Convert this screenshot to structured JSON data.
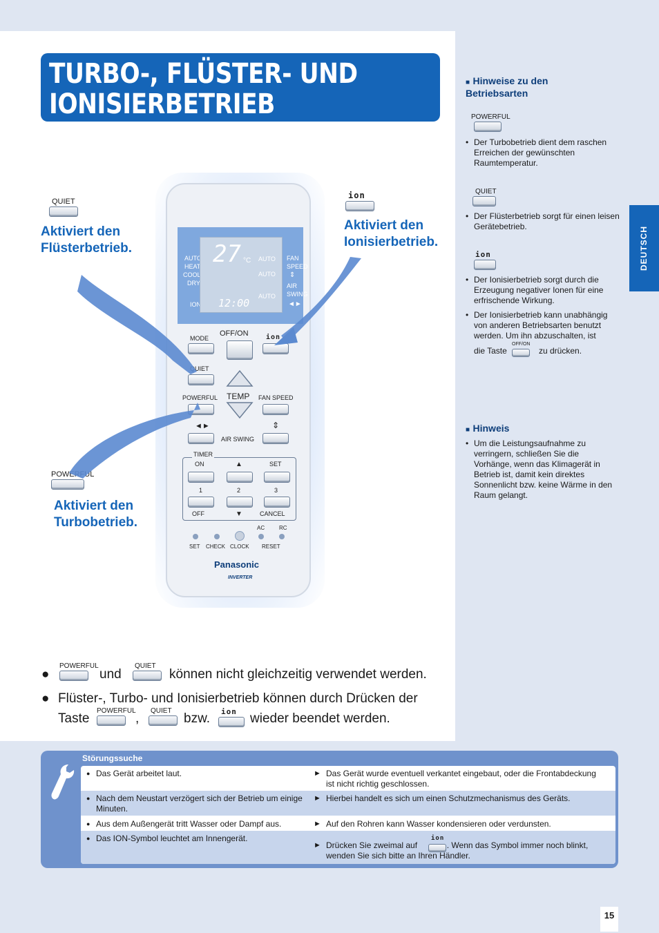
{
  "title": {
    "line1": "TURBO-, FLÜSTER- UND",
    "line2": "IONISIERBETRIEB"
  },
  "buttons": {
    "quiet": "QUIET",
    "powerful": "POWERFUL",
    "ion": "ion",
    "offon": "OFF/ON"
  },
  "callouts": {
    "quiet": "Aktiviert den Flüsterbetrieb.",
    "ion": "Aktiviert den Ionisierbetrieb.",
    "powerful": "Aktiviert den Turbobetrieb."
  },
  "remote": {
    "lcd_left": [
      "AUTO",
      "HEAT",
      "COOL",
      "DRY"
    ],
    "lcd_ion": "ION",
    "lcd_temp": "27",
    "lcd_unit": "°C",
    "lcd_auto": "AUTO",
    "lcd_fan": "FAN",
    "lcd_speed": "SPEED",
    "lcd_air": "AIR",
    "lcd_swing": "SWING",
    "lcd_time": "12:00",
    "mode": "MODE",
    "quiet": "QUIET",
    "powerful": "POWERFUL",
    "temp": "TEMP",
    "fan_speed": "FAN SPEED",
    "air_swing": "AIR SWING",
    "timer": "TIMER",
    "on": "ON",
    "off": "OFF",
    "set": "SET",
    "cancel": "CANCEL",
    "n1": "1",
    "n2": "2",
    "n3": "3",
    "ac": "AC",
    "rc": "RC",
    "set2": "SET",
    "check": "CHECK",
    "clock": "CLOCK",
    "reset": "RESET",
    "brand": "Panasonic",
    "inverter": "INVERTER"
  },
  "notes": {
    "b1_und": "und",
    "b1_rest": "können nicht gleichzeitig verwendet werden.",
    "b2_line1": "Flüster-, Turbo- und Ionisierbetrieb können durch Drücken der",
    "b2_taste": "Taste",
    "b2_comma": ",",
    "b2_bzw": "bzw.",
    "b2_end": "wieder beendet werden."
  },
  "side": {
    "section1": "Hinweise zu den Betriebsarten",
    "powerful_text": "Der Turbobetrieb dient dem raschen Erreichen der gewünschten Raumtemperatur.",
    "quiet_text": "Der Flüsterbetrieb sorgt für einen leisen Gerätebetrieb.",
    "ion_text1": "Der Ionisierbetrieb sorgt durch die Erzeugung negativer Ionen für eine erfrischende Wirkung.",
    "ion_text2": "Der Ionisierbetrieb kann unabhängig von anderen Betriebsarten benutzt werden. Um ihn abzuschalten, ist",
    "ion_text2_taste": "die Taste",
    "ion_text2_end": "zu drücken.",
    "section2": "Hinweis",
    "hinweis_text": "Um die Leistungsaufnahme zu verringern, schließen Sie die Vorhänge, wenn das Klimagerät in Betrieb ist, damit kein direktes Sonnenlicht bzw. keine Wärme in den Raum gelangt.",
    "language_tab": "DEUTSCH"
  },
  "trouble": {
    "heading": "Störungssuche",
    "rows": [
      {
        "problem": "Das Gerät arbeitet laut.",
        "solution": "Das Gerät wurde eventuell verkantet eingebaut, oder die Frontabdeckung ist nicht richtig geschlossen."
      },
      {
        "problem": "Nach dem Neustart verzögert sich der Betrieb um einige Minuten.",
        "solution": "Hierbei handelt es sich um einen Schutzmechanismus des Geräts."
      },
      {
        "problem": "Aus dem Außengerät tritt Wasser oder Dampf aus.",
        "solution": "Auf den Rohren kann Wasser kondensieren oder verdunsten."
      },
      {
        "problem": "Das ION-Symbol leuchtet am Innengerät.",
        "solution_a": "Drücken Sie zweimal auf",
        "solution_b": ". Wenn das Symbol immer noch blinkt, wenden Sie sich bitte an Ihren Händler."
      }
    ]
  },
  "page_number": "15",
  "colors": {
    "accent": "#1565b8",
    "trouble_bg": "#6f92cc",
    "page_bg": "#dfe6f2"
  }
}
